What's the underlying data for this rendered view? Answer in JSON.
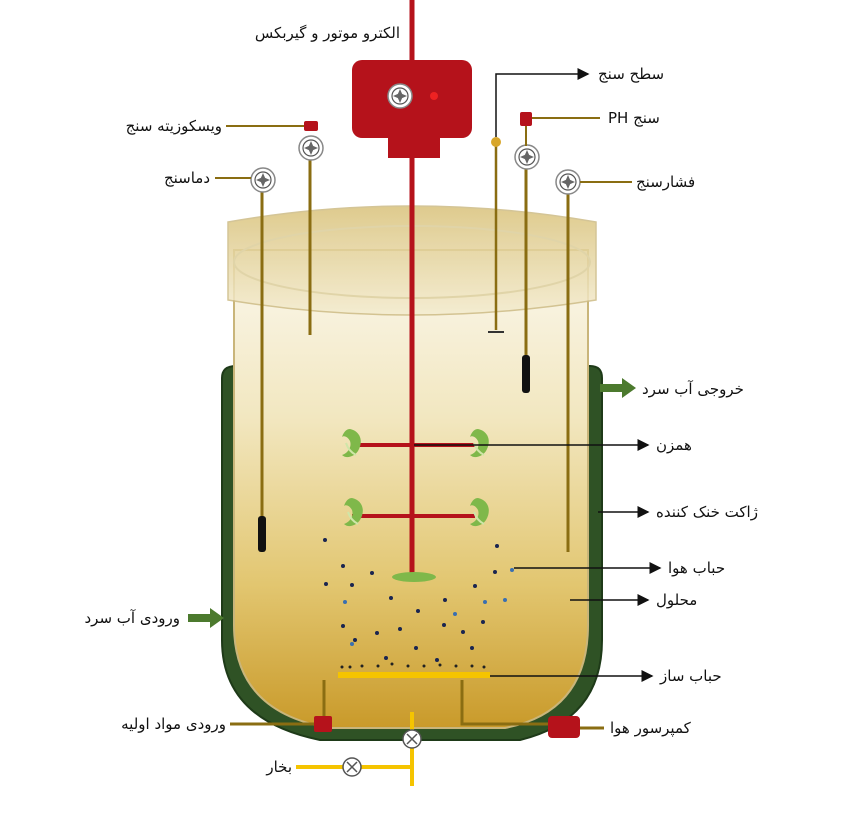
{
  "labels": {
    "motor": "الکترو موتور و گیربکس",
    "level_sensor": "سطح سنج",
    "viscometer": "ویسکوزیته سنج",
    "ph_meter": "PH سنج",
    "thermometer": "دماسنج",
    "pressure_gauge": "فشارسنج",
    "coolant_out": "خروجی آب سرد",
    "agitator": "همزن",
    "cooling_jacket": "ژاکت خنک کننده",
    "air_bubble": "حباب هوا",
    "solution": "محلول",
    "coolant_in": "ورودی آب سرد",
    "sparger": "حباب ساز",
    "raw_material_inlet": "ورودی مواد اولیه",
    "air_compressor": "کمپرسور هوا",
    "steam": "بخار"
  },
  "colors": {
    "shaft": "#b5121b",
    "jacket": "#2f5225",
    "liquid_top": "#f3ebcd",
    "liquid_bottom": "#c99a2a",
    "probe": "#8a6d12",
    "sparger": "#f5c400",
    "arrow_green": "#4c7a2e",
    "impeller": "#7fb84a"
  }
}
